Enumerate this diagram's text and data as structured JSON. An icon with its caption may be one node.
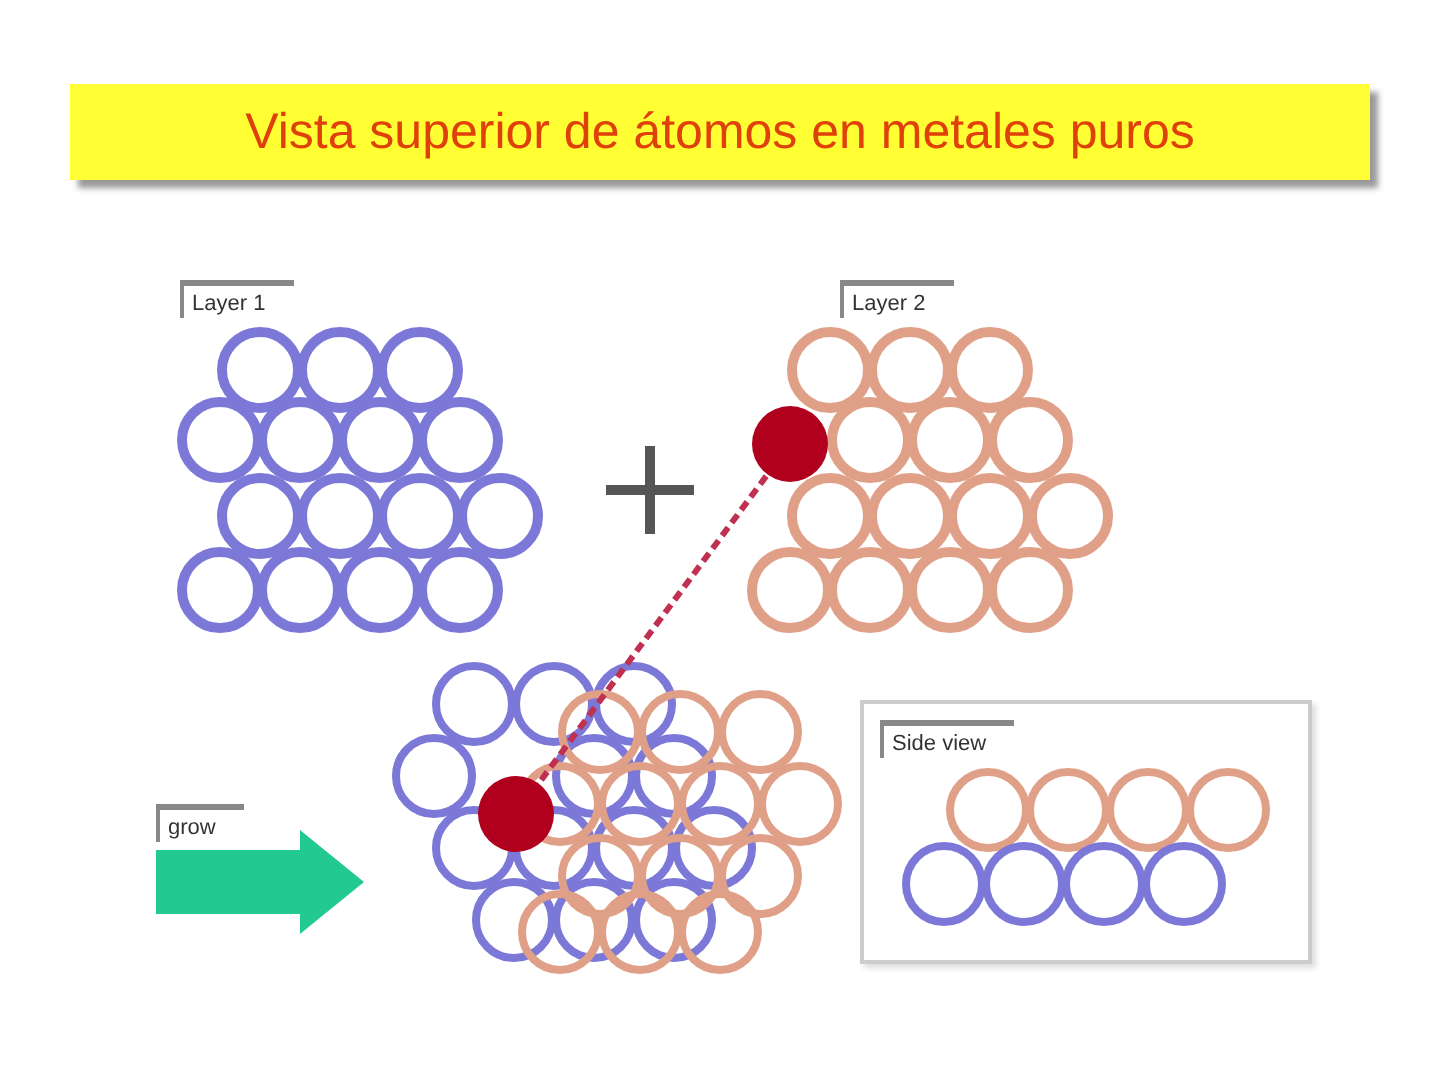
{
  "diagram": {
    "title": "Vista superior de átomos en metales puros",
    "nodes": [
      {
        "text": [
          "Side view"
        ]
      },
      {
        "text": [],
        "shape": "circle"
      },
      {
        "text": [],
        "shape": "circle"
      }
    ],
    "edges": [
      {
        "from": 1,
        "to": 2,
        "arrow": "none",
        "style": "dashed"
      }
    ],
    "labels": [
      "Layer 1",
      "Layer 2",
      "grow"
    ]
  }
}
